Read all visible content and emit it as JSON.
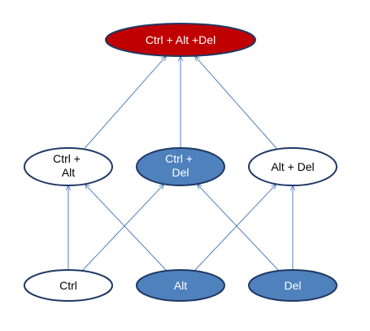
{
  "diagram": {
    "colors": {
      "edge": "#4f81bd",
      "top_fill": "#c00000",
      "top_stroke": "#1f3864",
      "filled_fill": "#4f81bd",
      "filled_stroke": "#1f3864",
      "empty_fill": "#ffffff",
      "empty_stroke": "#1f3864",
      "text_light": "#ffffff",
      "text_dark": "#000000"
    },
    "nodes": {
      "top": {
        "label": "Ctrl + Alt +Del"
      },
      "ctrl_alt": {
        "label_line1": "Ctrl +",
        "label_line2": "Alt"
      },
      "ctrl_del": {
        "label_line1": "Ctrl +",
        "label_line2": "Del"
      },
      "alt_del": {
        "label": "Alt + Del"
      },
      "ctrl": {
        "label": "Ctrl"
      },
      "alt": {
        "label": "Alt"
      },
      "del": {
        "label": "Del"
      }
    },
    "edges": [
      {
        "from": "ctrl_alt",
        "to": "top"
      },
      {
        "from": "ctrl_del",
        "to": "top"
      },
      {
        "from": "alt_del",
        "to": "top"
      },
      {
        "from": "ctrl",
        "to": "ctrl_alt"
      },
      {
        "from": "alt",
        "to": "ctrl_alt"
      },
      {
        "from": "ctrl",
        "to": "ctrl_del"
      },
      {
        "from": "del",
        "to": "ctrl_del"
      },
      {
        "from": "alt",
        "to": "alt_del"
      },
      {
        "from": "del",
        "to": "alt_del"
      }
    ]
  }
}
